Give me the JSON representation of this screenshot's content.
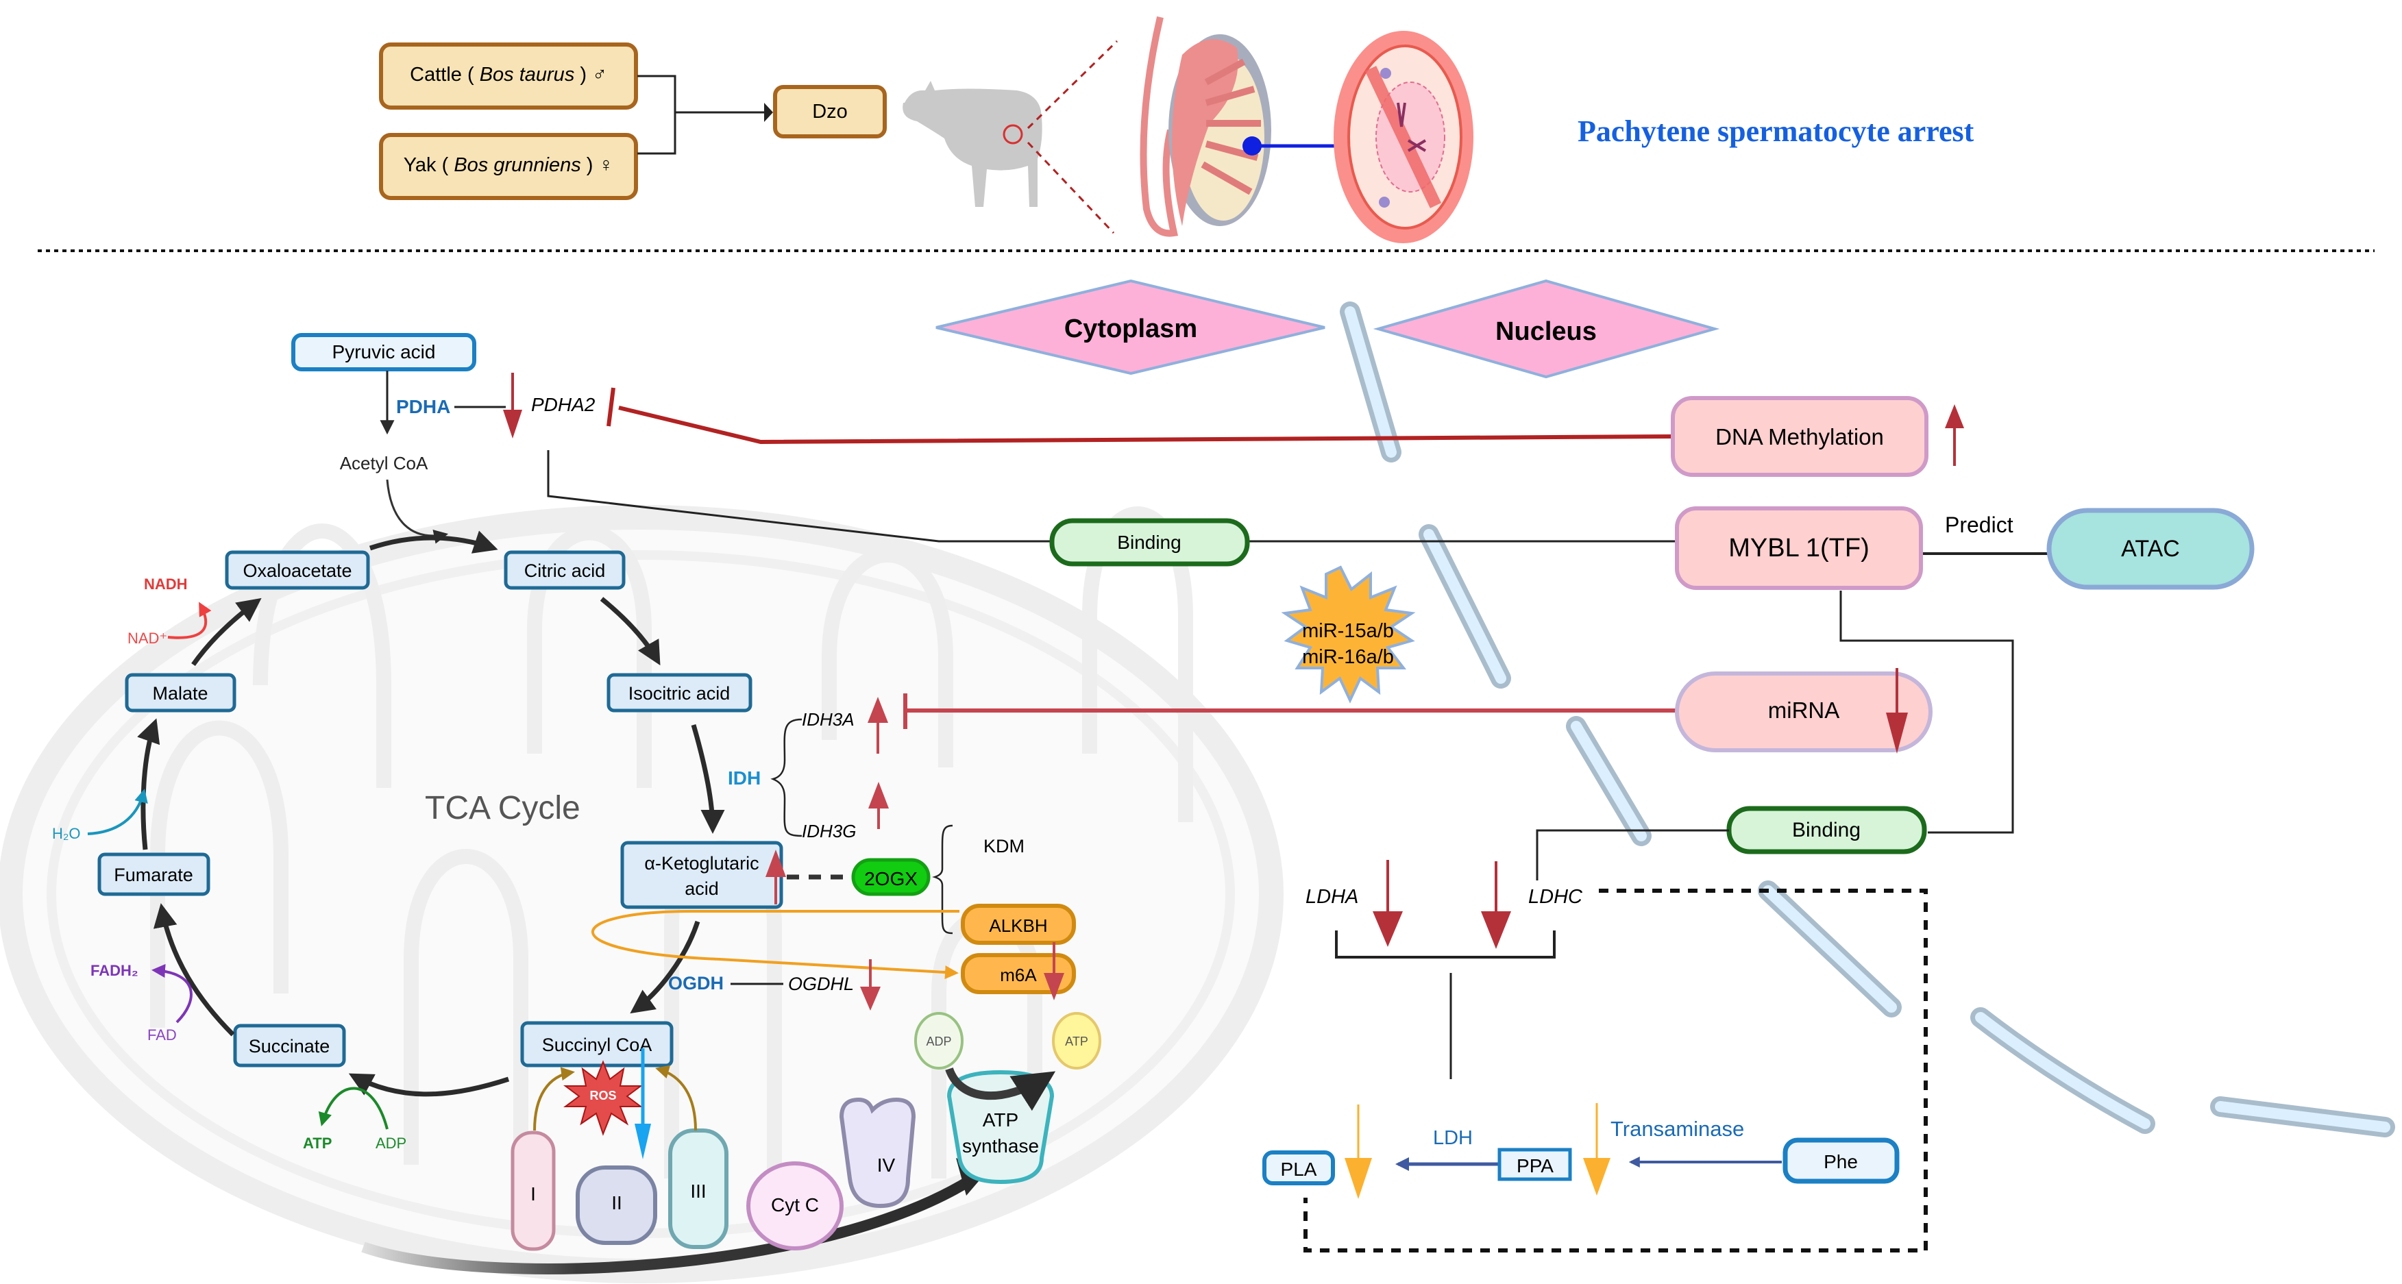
{
  "top_panel": {
    "parent_male": {
      "common": "Cattle",
      "species": "Bos taurus",
      "sex_symbol": "♂"
    },
    "parent_female": {
      "common": "Yak",
      "species": "Bos grunniens",
      "sex_symbol": "♀"
    },
    "offspring": "Dzo",
    "phenotype": "Pachytene spermatocyte arrest",
    "colors": {
      "box_fill": "#f7e3b5",
      "box_border": "#a8651e",
      "phenotype_text": "#1560e0"
    }
  },
  "compartments": {
    "cytoplasm": "Cytoplasm",
    "nucleus": "Nucleus"
  },
  "mitochondrion": {
    "label": "TCA Cycle",
    "pyruvate": "Pyruvic acid",
    "acetyl_coa": "Acetyl CoA",
    "pdha_enzyme": "PDHA",
    "pdha_gene": "PDHA2",
    "tca_nodes": [
      "Citric acid",
      "Isocitric acid",
      "α-Ketoglutaric acid",
      "Succinyl CoA",
      "Succinate",
      "Fumarate",
      "Malate",
      "Oxaloacetate"
    ],
    "idh_enzyme": "IDH",
    "idh_genes": [
      "IDH3A",
      "IDH3G"
    ],
    "ogdh_enzyme": "OGDH",
    "ogdh_gene": "OGDHL",
    "cofactors": {
      "nad_plus": "NAD⁺",
      "nadh": "NADH",
      "h2o": "H₂O",
      "fad": "FAD",
      "fadh2": "FADH₂",
      "atp": "ATP",
      "adp": "ADP"
    },
    "epigenetic": {
      "cofactor": "2OGX",
      "kdm": "KDM",
      "alkbh": "ALKBH",
      "m6a": "m6A"
    },
    "etc": {
      "complexes": [
        "I",
        "II",
        "III",
        "Cyt C",
        "IV"
      ],
      "atp_synthase": [
        "ATP",
        "synthase"
      ],
      "ros": "ROS",
      "adp": "ADP",
      "atp": "ATP"
    }
  },
  "regulation": {
    "dna_methylation": "DNA Methylation",
    "mybl1": "MYBL 1(TF)",
    "predict": "Predict",
    "atac": "ATAC",
    "binding_top": "Binding",
    "binding_bottom": "Binding",
    "mirna_burst": [
      "miR-15a/b",
      "miR-16a/b"
    ],
    "mirna": "miRNA"
  },
  "ldh_panel": {
    "genes": [
      "LDHA",
      "LDHC"
    ],
    "ldh_enzyme": "LDH",
    "transaminase": "Transaminase",
    "metabolites": [
      "PLA",
      "PPA",
      "Phe"
    ]
  },
  "colors": {
    "up_down_arrow": "#b5313a",
    "inhibition_line": "#b22222",
    "tca_box_fill": "#dcebf7",
    "tca_box_border": "#1f6a95",
    "enzyme_blue": "#1a6bb5",
    "binding_fill": "#d7f4d9",
    "binding_border": "#1c6b1c",
    "reg_box_fill": "#ffd0d0",
    "reg_box_border": "#cf9ac8",
    "atac_fill": "#a7e3df",
    "atac_border": "#8aa9d6",
    "yellow_arrow": "#fbb12f",
    "membrane": "#eeeeee"
  }
}
